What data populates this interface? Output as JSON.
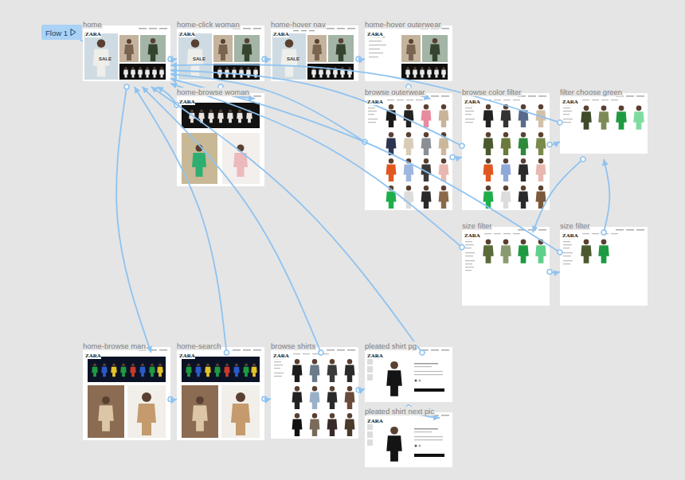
{
  "diagram": {
    "nodes": [
      {
        "text": [
          "Flow 1"
        ]
      },
      {
        "text": [
          "home",
          "ZARA"
        ]
      },
      {
        "text": [
          "home-click woman",
          "ZARA"
        ]
      },
      {
        "text": [
          "home-hover nav",
          "ZARA"
        ]
      },
      {
        "text": [
          "home-hover outerwear",
          "ZARA"
        ]
      },
      {
        "text": [
          "home-browse woman",
          "ZARA"
        ]
      },
      {
        "text": [
          "browse outerwear",
          "ZARA"
        ]
      },
      {
        "text": [
          "browse color filter",
          "ZARA"
        ]
      },
      {
        "text": [
          "filter choose green",
          "ZARA"
        ]
      },
      {
        "text": [
          "size filter",
          "ZARA"
        ]
      },
      {
        "text": [
          "size filter",
          "ZARA"
        ]
      },
      {
        "text": [
          "home-browse man",
          "ZARA"
        ]
      },
      {
        "text": [
          "home-search",
          "ZARA"
        ]
      },
      {
        "text": [
          "browse shirts",
          "ZARA"
        ]
      },
      {
        "text": [
          "pleated shirt pg",
          "ZARA"
        ]
      },
      {
        "text": [
          "pleated shirt next pic",
          "ZARA"
        ]
      }
    ],
    "edges": [
      {
        "from": 0,
        "to": 1,
        "arrow": "none"
      },
      {
        "from": 1,
        "to": 2,
        "arrow": "to"
      },
      {
        "from": 2,
        "to": 3,
        "arrow": "to"
      },
      {
        "from": 3,
        "to": 4,
        "arrow": "to"
      },
      {
        "from": 2,
        "to": 5,
        "arrow": "to"
      },
      {
        "from": 4,
        "to": 6,
        "arrow": "to"
      },
      {
        "from": 6,
        "to": 7,
        "arrow": "to"
      },
      {
        "from": 7,
        "to": 8,
        "arrow": "to"
      },
      {
        "from": 8,
        "to": 9,
        "arrow": "to"
      },
      {
        "from": 9,
        "to": 10,
        "arrow": "to"
      },
      {
        "from": 10,
        "to": 8,
        "arrow": "to"
      },
      {
        "from": 1,
        "to": 11,
        "arrow": "to"
      },
      {
        "from": 11,
        "to": 12,
        "arrow": "to"
      },
      {
        "from": 12,
        "to": 13,
        "arrow": "to"
      },
      {
        "from": 13,
        "to": 14,
        "arrow": "to"
      },
      {
        "from": 14,
        "to": 15,
        "arrow": "to"
      },
      {
        "from": 5,
        "to": 1,
        "arrow": "to"
      },
      {
        "from": 6,
        "to": 1,
        "arrow": "to"
      },
      {
        "from": 7,
        "to": 1,
        "arrow": "to"
      },
      {
        "from": 8,
        "to": 1,
        "arrow": "to"
      },
      {
        "from": 9,
        "to": 1,
        "arrow": "to"
      },
      {
        "from": 10,
        "to": 1,
        "arrow": "to"
      },
      {
        "from": 12,
        "to": 1,
        "arrow": "to"
      },
      {
        "from": 13,
        "to": 1,
        "arrow": "to"
      },
      {
        "from": 14,
        "to": 1,
        "arrow": "to"
      }
    ],
    "labels": [
      "SALE",
      "SALE",
      "SALE"
    ]
  }
}
